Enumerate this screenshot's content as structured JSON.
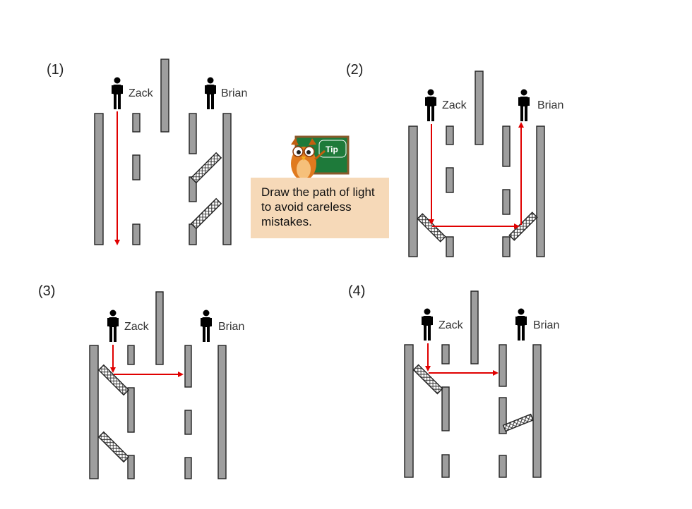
{
  "panels": [
    {
      "label": "(1)",
      "person_a": "Zack",
      "person_b": "Brian"
    },
    {
      "label": "(2)",
      "person_a": "Zack",
      "person_b": "Brian"
    },
    {
      "label": "(3)",
      "person_a": "Zack",
      "person_b": "Brian"
    },
    {
      "label": "(4)",
      "person_a": "Zack",
      "person_b": "Brian"
    }
  ],
  "tip": {
    "badge": "Tip",
    "text": "Draw the path of light to avoid careless mistakes."
  },
  "colors": {
    "wall_fill": "#9e9e9e",
    "wall_stroke": "#222222",
    "light_path": "#e00000",
    "tip_background": "#f6d9b8",
    "board": "#1e7a3a",
    "owl": "#e07a1e"
  }
}
